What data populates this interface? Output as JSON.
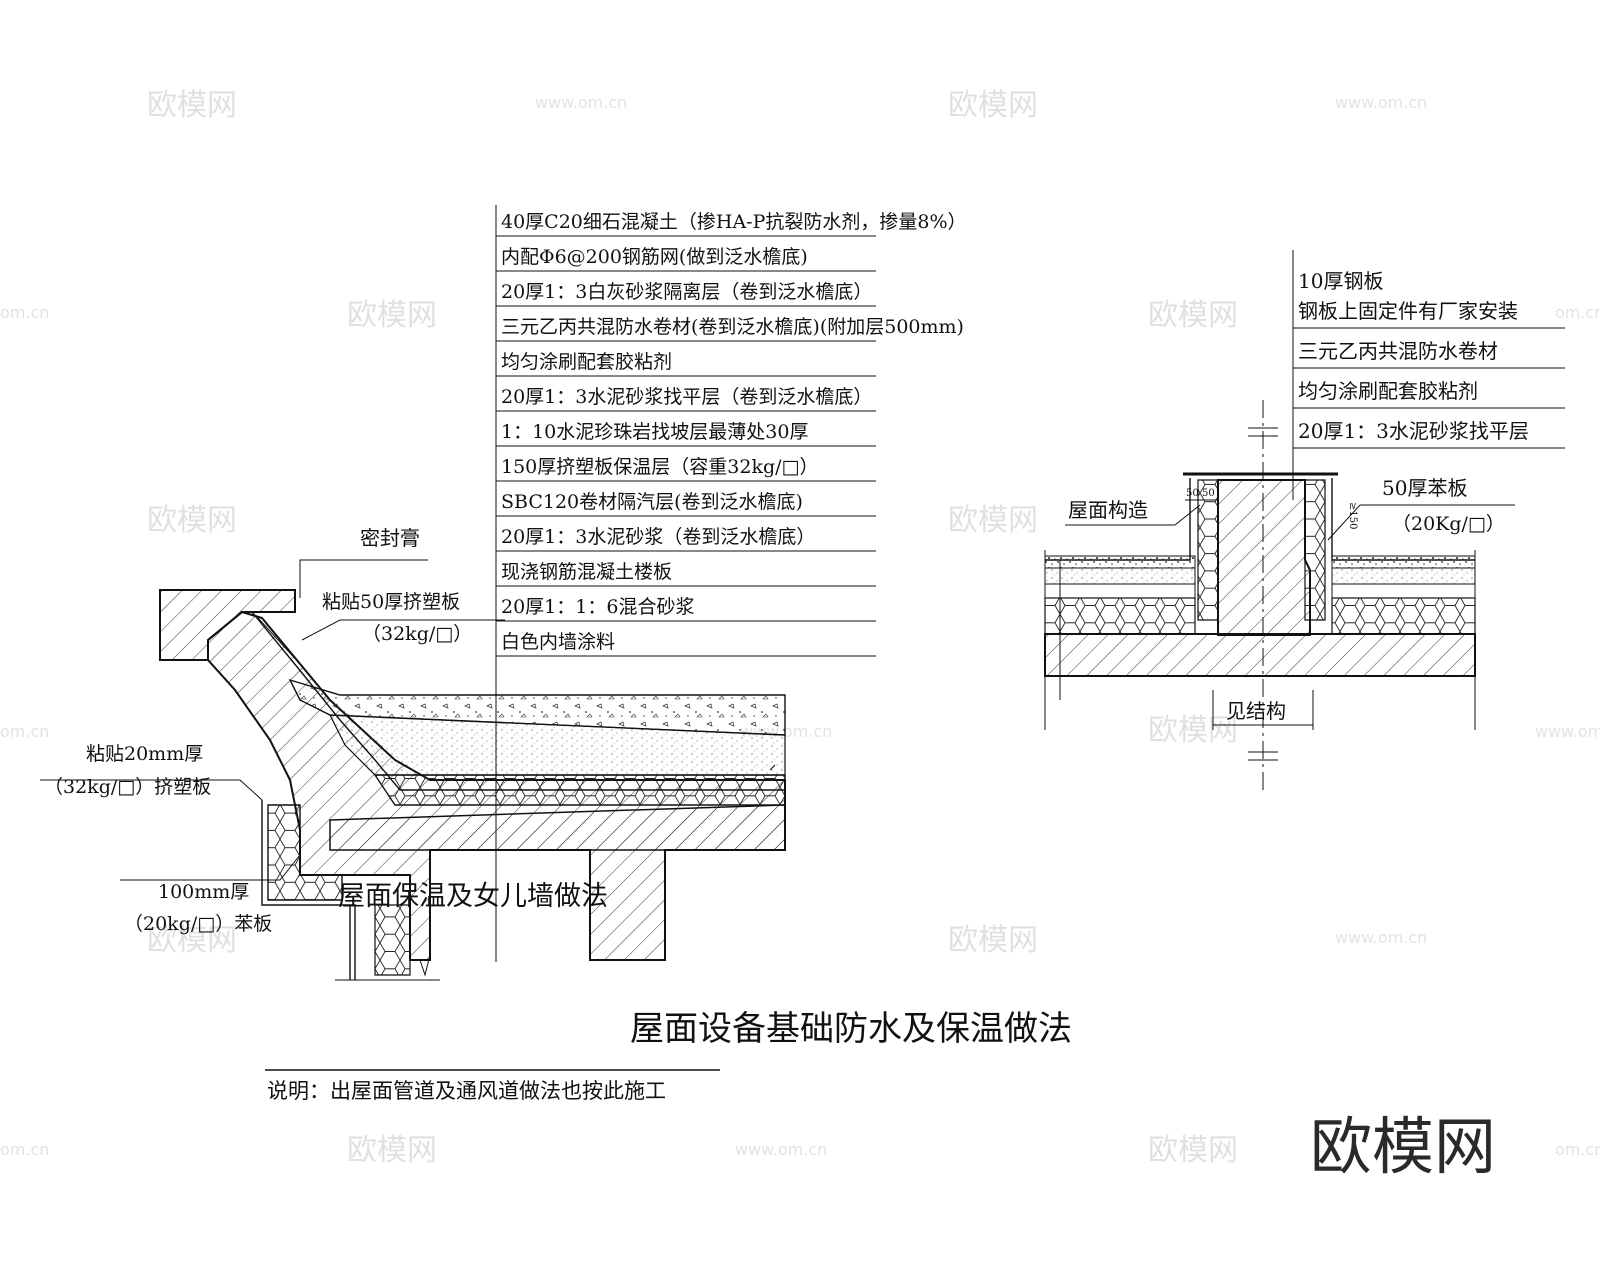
{
  "watermarks": {
    "brand": "欧模网",
    "url": "www.om.cn",
    "url_short": "om.cn"
  },
  "logo": {
    "text": "欧模网"
  },
  "left_detail": {
    "layers": [
      "40厚C20细石混凝土（掺HA-P抗裂防水剂，掺量8%）",
      "内配Φ6@200钢筋网(做到泛水檐底)",
      "20厚1：3白灰砂浆隔离层（卷到泛水檐底）",
      "三元乙丙共混防水卷材(卷到泛水檐底)(附加层500mm)",
      "均匀涂刷配套胶粘剂",
      "20厚1：3水泥砂浆找平层（卷到泛水檐底）",
      "1：10水泥珍珠岩找坡层最薄处30厚",
      "150厚挤塑板保温层（容重32kg/□）",
      "SBC120卷材隔汽层(卷到泛水檐底)",
      "20厚1：3水泥砂浆（卷到泛水檐底）",
      "现浇钢筋混凝土楼板",
      "20厚1：1：6混合砂浆",
      "白色内墙涂料"
    ],
    "labels": {
      "sealant": "密封膏",
      "board50_line1": "粘贴50厚挤塑板",
      "board50_line2": "（32kg/□）",
      "board20_line1": "粘贴20mm厚",
      "board20_line2": "（32kg/□）挤塑板",
      "board100_line1": "100mm厚",
      "board100_line2": "（20kg/□）苯板"
    },
    "caption": "屋面保温及女儿墙做法"
  },
  "right_detail": {
    "layers": [
      "10厚钢板",
      "钢板上固定件有厂家安装",
      "三元乙丙共混防水卷材",
      "均匀涂刷配套胶粘剂",
      "20厚1：3水泥砂浆找平层"
    ],
    "labels": {
      "roof_construction": "屋面构造",
      "benzene_board_line1": "50厚苯板",
      "benzene_board_line2": "（20Kg/□）",
      "see_structure": "见结构",
      "dim_left": "50",
      "dim_right": "50",
      "dim_height": "≥150"
    }
  },
  "main_title": "屋面设备基础防水及保温做法",
  "note": "说明：出屋面管道及通风道做法也按此施工"
}
